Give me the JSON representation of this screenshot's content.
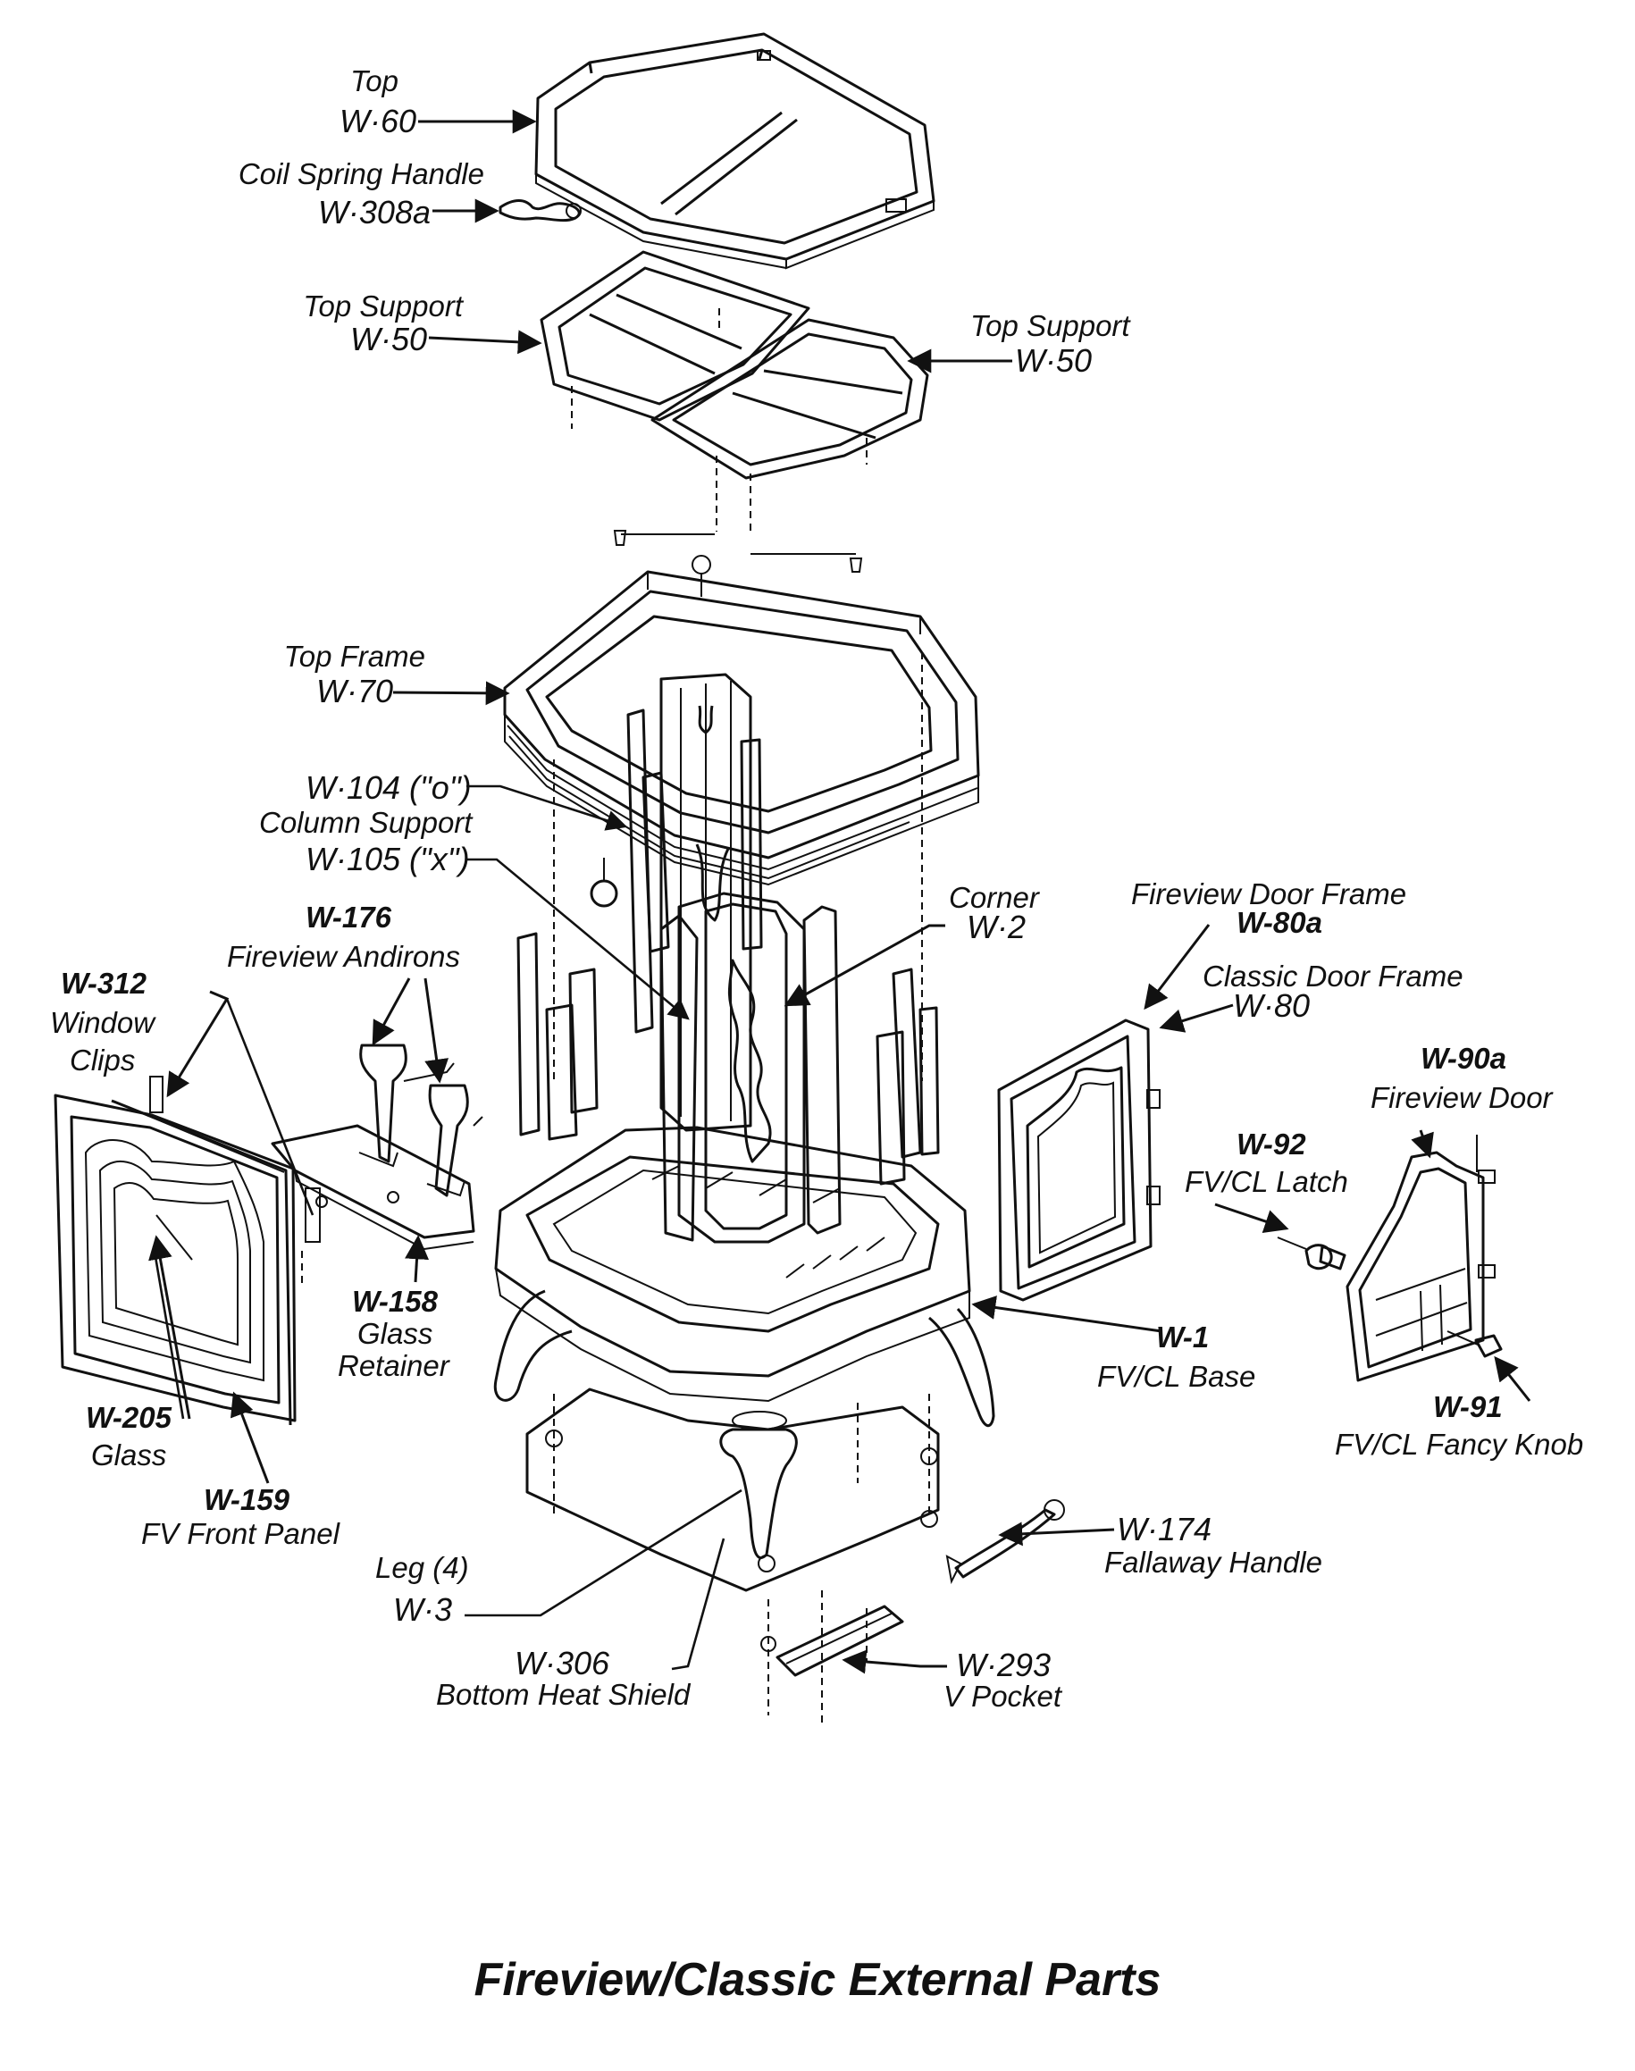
{
  "caption": "Fireview/Classic External Parts",
  "parts": {
    "top": {
      "name": "Top",
      "code": "W·60"
    },
    "coil_spring_handle": {
      "name": "Coil Spring Handle",
      "code": "W·308a"
    },
    "top_support_left": {
      "name": "Top Support",
      "code": "W·50"
    },
    "top_support_right": {
      "name": "Top Support",
      "code": "W·50"
    },
    "top_frame": {
      "name": "Top Frame",
      "code": "W·70"
    },
    "column_support_o": {
      "code": "W·104 (\"o\")"
    },
    "column_support": {
      "name": "Column Support"
    },
    "column_support_x": {
      "code": "W·105 (\"x\")"
    },
    "corner": {
      "name": "Corner",
      "code": "W·2"
    },
    "fireview_door_frame": {
      "name": "Fireview Door Frame",
      "code": "W-80a"
    },
    "classic_door_frame": {
      "name": "Classic Door Frame",
      "code": "W·80"
    },
    "fireview_andirons": {
      "code": "W-176",
      "name": "Fireview Andirons"
    },
    "window_clips": {
      "code": "W-312",
      "name_line1": "Window",
      "name_line2": "Clips"
    },
    "fireview_door": {
      "code": "W-90a",
      "name": "Fireview Door"
    },
    "latch": {
      "code": "W-92",
      "name": "FV/CL Latch"
    },
    "glass_retainer": {
      "code": "W-158",
      "name_line1": "Glass",
      "name_line2": "Retainer"
    },
    "base": {
      "code": "W-1",
      "name": "FV/CL Base"
    },
    "fancy_knob": {
      "code": "W-91",
      "name": "FV/CL Fancy Knob"
    },
    "glass": {
      "code": "W-205",
      "name": "Glass"
    },
    "front_panel": {
      "code": "W-159",
      "name": "FV Front Panel"
    },
    "fallaway_handle": {
      "code": "W·174",
      "name": "Fallaway Handle"
    },
    "leg": {
      "name": "Leg (4)",
      "code": "W·3"
    },
    "bottom_heat_shield": {
      "code": "W·306",
      "name": "Bottom Heat Shield"
    },
    "v_pocket": {
      "code": "W·293",
      "name": "V Pocket"
    }
  }
}
